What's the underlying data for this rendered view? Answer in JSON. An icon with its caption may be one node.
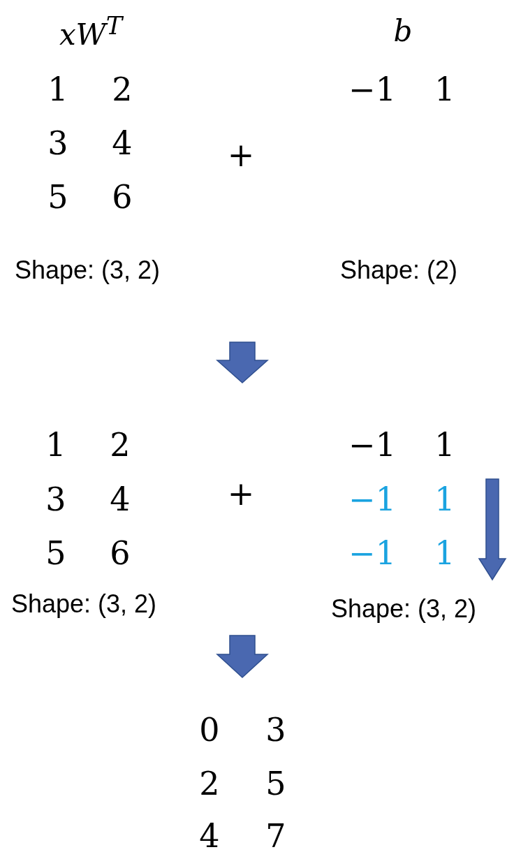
{
  "diagram": {
    "labels": [
      "xW$^{T}$",
      "b",
      "1",
      "2",
      "−1",
      "1",
      "3",
      "4",
      "+",
      "5",
      "6",
      "Shape: (3, 2)",
      "Shape: (2)",
      "1",
      "2",
      "−1",
      "1",
      "3",
      "4",
      "+",
      "−1",
      "1",
      "5",
      "6",
      "−1",
      "1",
      "Shape: (3, 2)",
      "Shape: (3, 2)",
      "0",
      "3",
      "2",
      "5",
      "4",
      "7"
    ]
  }
}
